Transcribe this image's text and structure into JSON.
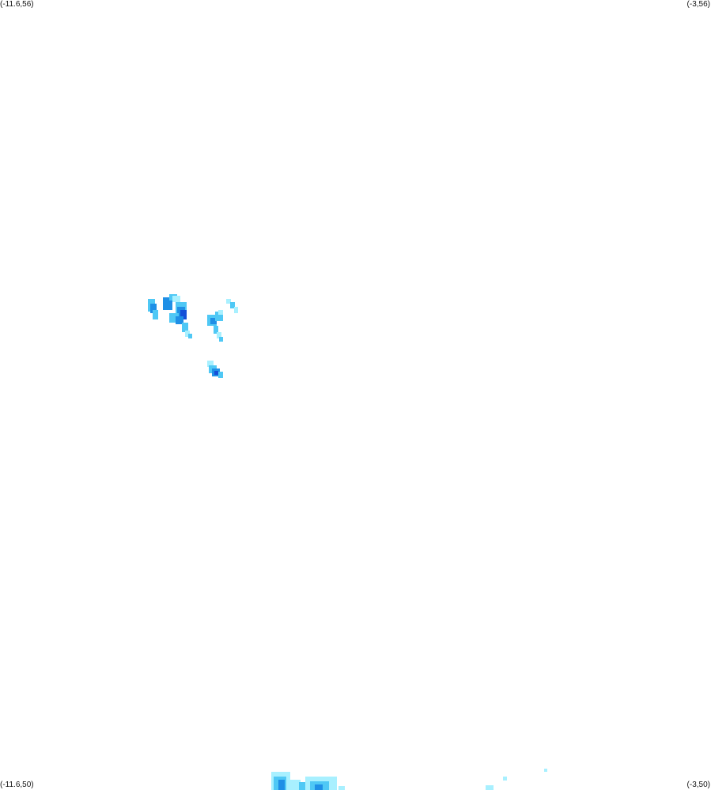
{
  "map": {
    "corners": {
      "top_left": "(-11.6,56)",
      "top_right": "(-3,56)",
      "bottom_left": "(-11.6,50)",
      "bottom_right": "(-3,50)"
    },
    "extent": {
      "lon_min": -11.6,
      "lon_max": -3,
      "lat_min": 50,
      "lat_max": 56
    },
    "colors": {
      "light": "#a8f0ff",
      "medium": "#4fc8f5",
      "strong": "#1f8fe6",
      "heavy": "#1450d8"
    }
  }
}
